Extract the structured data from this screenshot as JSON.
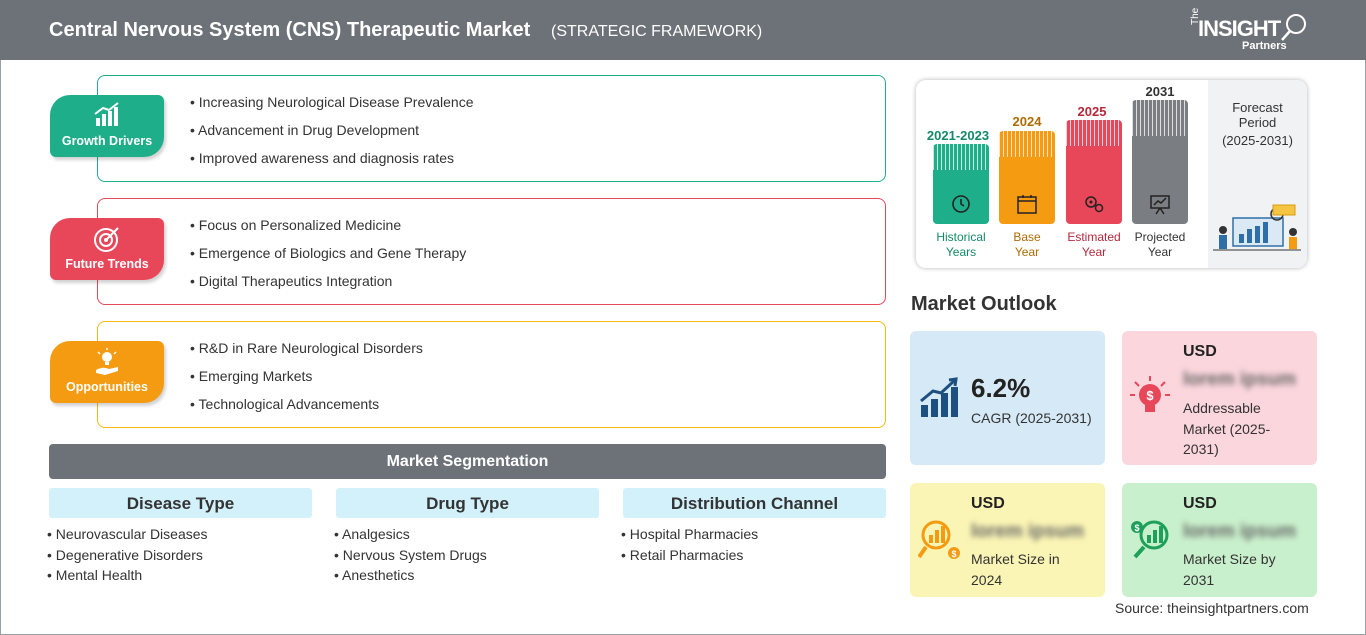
{
  "header": {
    "title": "Central Nervous System (CNS) Therapeutic Market",
    "subtitle": "(STRATEGIC FRAMEWORK)",
    "logo": {
      "the": "The",
      "insight": "INSIGHT",
      "partners": "Partners"
    }
  },
  "sections": [
    {
      "label": "Growth Drivers",
      "color": "#1fae8a",
      "icon": "bar-chart-up-icon",
      "items": [
        "Increasing Neurological Disease Prevalence",
        "Advancement in Drug Development",
        "Improved awareness and diagnosis rates"
      ]
    },
    {
      "label": "Future Trends",
      "color": "#e8475a",
      "icon": "target-icon",
      "items": [
        "Focus on Personalized Medicine",
        "Emergence of Biologics and Gene Therapy",
        "Digital Therapeutics Integration"
      ]
    },
    {
      "label": "Opportunities",
      "color": "#f59b12",
      "icon": "lightbulb-hand-icon",
      "items": [
        "R&D in Rare Neurological Disorders",
        "Emerging Markets",
        "Technological Advancements"
      ]
    }
  ],
  "segmentation": {
    "title": "Market Segmentation",
    "columns": [
      {
        "title": "Disease Type",
        "items": [
          "Neurovascular Diseases",
          "Degenerative Disorders",
          "Mental Health"
        ]
      },
      {
        "title": "Drug Type",
        "items": [
          "Analgesics",
          "Nervous System Drugs",
          "Anesthetics"
        ]
      },
      {
        "title": "Distribution Channel",
        "items": [
          "Hospital Pharmacies",
          "Retail Pharmacies"
        ]
      }
    ]
  },
  "timeline": {
    "bars": [
      {
        "year": "2021-2023",
        "label": [
          "Historical",
          "Years"
        ],
        "color": "#1fae8a",
        "text_color": "#138a6b",
        "icon": "history-icon"
      },
      {
        "year": "2024",
        "label": [
          "Base",
          "Year"
        ],
        "color": "#f59b12",
        "text_color": "#b06a00",
        "icon": "calendar-icon"
      },
      {
        "year": "2025",
        "label": [
          "Estimated",
          "Year"
        ],
        "color": "#e8475a",
        "text_color": "#b5283a",
        "icon": "gears-icon"
      },
      {
        "year": "2031",
        "label": [
          "Projected",
          "Year"
        ],
        "color": "#7a7d81",
        "text_color": "#333333",
        "icon": "presentation-icon"
      }
    ],
    "forecast": {
      "label": "Forecast Period",
      "range": "(2025-2031)"
    }
  },
  "outlook": {
    "title": "Market Outlook",
    "cagr": {
      "value": "6.2%",
      "label": "CAGR (2025-2031)"
    },
    "cards": [
      {
        "usd": "USD",
        "value": "lorem ipsum",
        "desc": "Addressable Market (2025-2031)"
      },
      {
        "usd": "USD",
        "value": "lorem ipsum",
        "desc": "Market Size in 2024"
      },
      {
        "usd": "USD",
        "value": "lorem ipsum",
        "desc": "Market Size by 2031"
      }
    ]
  },
  "source": "Source: theinsightpartners.com"
}
